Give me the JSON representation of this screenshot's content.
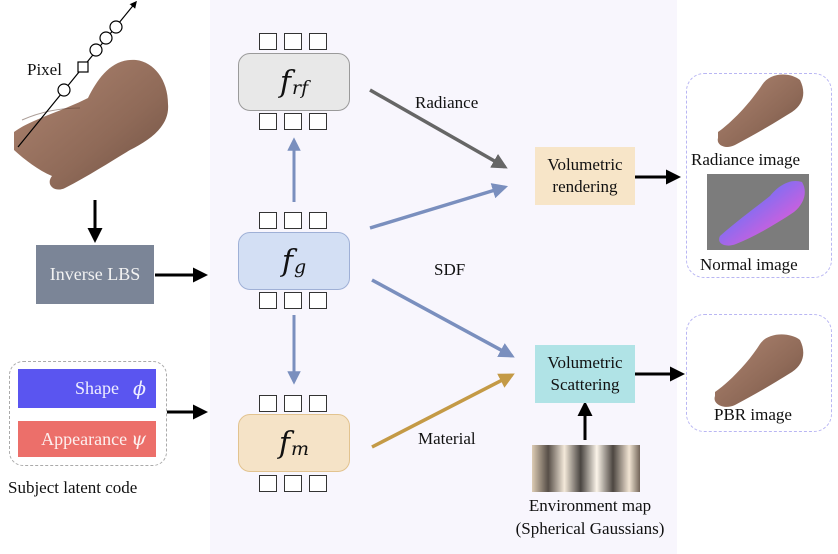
{
  "figure": {
    "input": {
      "pixel_label": "Pixel",
      "image_icon": "hand-photo"
    },
    "inverse_lbs": {
      "label": "Inverse LBS"
    },
    "latent_code": {
      "shape": {
        "label": "Shape",
        "symbol": "ϕ",
        "color": "#5a55f0"
      },
      "appearance": {
        "label": "Appearance",
        "symbol": "ψ",
        "color": "#ec6f6a"
      },
      "caption": "Subject latent code"
    },
    "networks": {
      "rf": {
        "base": "f",
        "sub": "rf",
        "fill": "#e8e8e8",
        "border": "#9a9a9a"
      },
      "g": {
        "base": "f",
        "sub": "g",
        "fill": "#d3dff4",
        "border": "#9fb0d6"
      },
      "m": {
        "base": "f",
        "sub": "m",
        "fill": "#f5e3c7",
        "border": "#e2c38f"
      }
    },
    "edges": {
      "radiance_label": "Radiance",
      "sdf_label": "SDF",
      "material_label": "Material",
      "colors": {
        "radiance": "#666666",
        "sdf": "#7a8fbe",
        "material": "#c49a46",
        "black": "#000000"
      }
    },
    "volumetric_rendering": {
      "line1": "Volumetric",
      "line2": "rendering",
      "fill": "#f7e5c8"
    },
    "volumetric_scattering": {
      "line1": "Volumetric",
      "line2": "Scattering",
      "fill": "#b0e3e6"
    },
    "environment_map": {
      "line1": "Environment map",
      "line2": "(Spherical Gaussians)"
    },
    "outputs": {
      "radiance_image": "Radiance image",
      "normal_image": "Normal image",
      "pbr_image": "PBR image"
    }
  }
}
